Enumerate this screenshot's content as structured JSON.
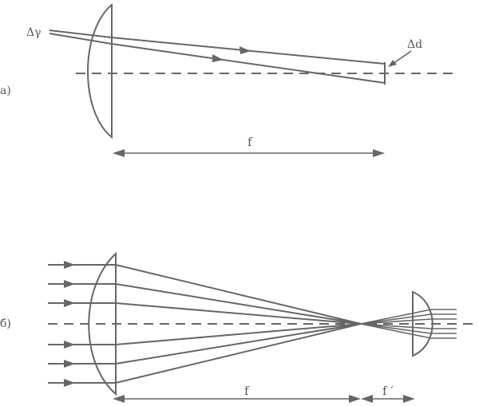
{
  "diagram_a": {
    "label": "а)",
    "angle_label": "Δγ",
    "spot_label": "Δd",
    "focal_label": "f"
  },
  "diagram_b": {
    "label": "б)",
    "focal_label": "f",
    "focal2_label": "f ′"
  },
  "colors": {
    "line": "#666666",
    "text": "#555555",
    "background": "#ffffff"
  }
}
